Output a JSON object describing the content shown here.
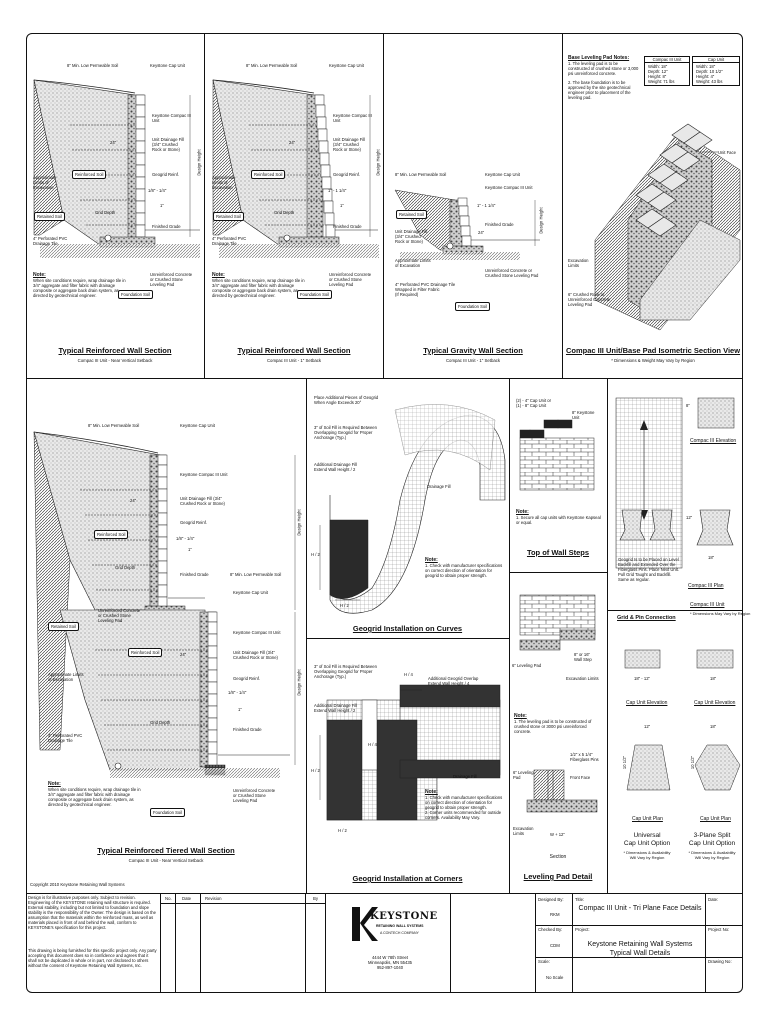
{
  "sheet": {
    "copyright": "Copyright 2010 Keystone Retaining Wall Systems",
    "disclaimer": "Design is for illustrative purposes only. Subject to revision. Engineering of the KEYSTONE retaining wall structure is required. External stability, including but not limited to foundation and slope stability is the responsibility of the Owner. The design is based on the assumption that the materials within the reinforced mass, as well as materials placed in front of and behind the wall, conform to KEYSTONE's specification for this project.",
    "disclaimer2": "This drawing is being furnished for this specific project only. Any party accepting this document does so in confidence and agrees that it shall not be duplicated in whole or in part, nor disclosed to others without the consent of Keystone Retaining Wall Systems, Inc."
  },
  "panels": {
    "p1": {
      "title": "Typical Reinforced Wall Section",
      "subtitle": "Compac III Unit - Near Vertical Setback",
      "labels": {
        "low_perm": "8\" Min. Low Permeable Soil",
        "cap": "Keystone Cap Unit",
        "compac": "Keystone Compac III\nUnit",
        "drainage": "Unit Drainage Fill\n(3/4\" Crushed\nRock or Stone)",
        "geogrid": "Geogrid Reinf.",
        "dim1": "1/8\" - 1/4\"",
        "dim2": "1\"",
        "finished": "Finished Grade",
        "grid_depth": "Grid Depth",
        "reinforced": "Reinforced Soil",
        "retained": "Retained Soil",
        "approx": "Approximate\nLimits of\nExcavation",
        "pvc": "4\" Perforated PVC\nDrainage Tile",
        "concrete": "Unreinforced Concrete\nor Crushed Stone\nLeveling Pad",
        "foundation": "Foundation Soil",
        "design_height": "Design Height",
        "dim24": "24\""
      },
      "note_title": "Note:",
      "note": "When site conditions require, wrap drainage tile in 3/4\" aggregate and filter fabric with drainage composite or aggregate back drain system, as directed by geotechnical engineer."
    },
    "p2": {
      "title": "Typical Reinforced Wall Section",
      "subtitle": "Compac III Unit - 1\" Setback",
      "labels": {
        "low_perm": "8\" Min. Low Permeable Soil",
        "cap": "Keystone Cap Unit",
        "compac": "Keystone Compac III\nUnit",
        "drainage": "Unit Drainage Fill\n(3/4\" Crushed\nRock or Stone)",
        "geogrid": "Geogrid Reinf.",
        "dim1": "1\" - 1 1/4\"",
        "dim2": "1\"",
        "finished": "Finished Grade",
        "grid_depth": "Grid Depth",
        "reinforced": "Reinforced Soil",
        "retained": "Retained Soil",
        "approx": "Approximate\nLimits of\nExcavation",
        "pvc": "4\" Perforated PVC\nDrainage Tile",
        "concrete": "Unreinforced Concrete\nor Crushed Stone\nLeveling Pad",
        "foundation": "Foundation Soil",
        "design_height": "Design Height",
        "dim24": "24\""
      },
      "note_title": "Note:",
      "note": "When site conditions require, wrap drainage tile in 3/4\" aggregate and filter fabric with drainage composite or aggregate back drain system, as directed by geotechnical engineer."
    },
    "p3": {
      "title": "Typical Gravity Wall Section",
      "subtitle": "Compac III Unit - 1\" Setback",
      "labels": {
        "low_perm": "8\" Min. Low Permeable Soil",
        "cap": "Keystone Cap Unit",
        "compac": "Keystone Compac III Unit",
        "dim1": "1\" - 1 1/4\"",
        "finished": "Finished Grade",
        "retained": "Retained Soil",
        "drainage": "Unit Drainage Fill\n(3/4\" Crushed\nRock or Stone)",
        "approx": "Approximate Limits\nof Excavation",
        "pvc": "4\" Perforated PVC Drainage Tile\nWrapped in Filter Fabric\n(If Required)",
        "concrete": "Unreinforced Concrete or\nCrushed Stone Leveling Pad",
        "foundation": "Foundation Soil",
        "design_height": "Design Height",
        "dim24": "24\""
      }
    },
    "p4": {
      "title": "Compac III Unit/Base Pad Isometric Section View",
      "subtitle": "* Dimensions & Weight May Vary by Region",
      "notes_title": "Base Leveling Pad Notes:",
      "notes": [
        "1. The leveling pad is to be constructed of crushed stone or 3,000 psi unreinforced concrete.",
        "2. The base foundation is to be approved by the site geotechnical engineer prior to placement of the leveling pad."
      ],
      "tables": [
        {
          "title": "Compac III Unit",
          "rows": [
            [
              "Width:",
              "18\""
            ],
            [
              "Depth:",
              "12\""
            ],
            [
              "Height:",
              "8\""
            ],
            [
              "Weight:",
              "71 lbs"
            ]
          ]
        },
        {
          "title": "Cap Unit",
          "rows": [
            [
              "Width:",
              "18\""
            ],
            [
              "Depth:",
              "10 1/2\""
            ],
            [
              "Height:",
              "4\""
            ],
            [
              "Weight:",
              "43 lbs"
            ]
          ]
        }
      ],
      "labels": {
        "unit_face": "Unit Face",
        "excavation": "Excavation\nLimits",
        "pad": "6\" Crushed Rock or\nUnreinforced Concrete\nLeveling Pad"
      }
    },
    "p5": {
      "title": "Typical Reinforced Tiered Wall Section",
      "subtitle": "Compac III Unit - Near Vertical Setback",
      "labels": {
        "low_perm": "8\" Min. Low Permeable Soil",
        "cap": "Keystone Cap Unit",
        "compac": "Keystone Compac III Unit",
        "drainage": "Unit Drainage Fill (3/4\"\nCrushed Rock or Stone)",
        "geogrid": "Geogrid Reinf.",
        "dim1": "1/8\" - 1/4\"",
        "dim2": "1\"",
        "finished": "Finished Grade",
        "low_perm2": "8\" Min. Low Permeable Soil",
        "cap2": "Keystone Cap Unit",
        "compac2": "Keystone Compac III Unit",
        "drainage2": "Unit Drainage Fill (3/4\"\nCrushed Rock or Stone)",
        "geogrid2": "Geogrid Reinf.",
        "dim3": "1/8\" - 1/4\"",
        "dim4": "1\"",
        "finished2": "Finished Grade",
        "grid_depth": "Grid Depth",
        "grid_depth2": "Grid Depth",
        "reinforced": "Reinforced Soil",
        "reinforced2": "Reinforced Soil",
        "retained": "Retained Soil",
        "concrete_top": "Unreinforced Concrete\nor Crushed Stone\nLeveling Pad",
        "approx": "Approximate Limits\nof Excavation",
        "pvc": "4\" Perforated PVC\nDrainage Tile",
        "concrete": "Unreinforced Concrete\nor Crushed Stone\nLeveling Pad",
        "foundation": "Foundation Soil",
        "design_height": "Design Height",
        "design_height2": "Design Height",
        "dim24": "24\"",
        "dim24b": "24\""
      },
      "note_title": "Note:",
      "note": "When site conditions require, wrap drainage tile in 3/4\" aggregate and filter fabric with drainage composite or aggregate back drain system, as directed by geotechnical engineer."
    },
    "p6": {
      "title": "Geogrid Installation on Curves",
      "labels": {
        "additional": "Place Additional Pieces of Geogrid\nWhen Angle Exceeds 20°",
        "overlap": "3\" of Soil Fill is Required Between\nOverlapping Geogrid for Proper\nAnchorage (Typ.)",
        "add_drain": "Additional Drainage Fill\nExtend Wall Height / 2",
        "drainage_fill": "Drainage Fill",
        "h2": "H / 2",
        "h2b": "H / 2"
      },
      "note_title": "Note:",
      "note": "1. Check with manufacturer specifications on correct direction of orientation for geogrid to obtain proper strength."
    },
    "p7": {
      "title": "Geogrid Installation at Corners",
      "labels": {
        "overlap": "3\" of Soil Fill is Required Between\nOverlapping Geogrid for Proper\nAnchorage (Typ.)",
        "add_drain": "Additional Drainage Fill\nExtend Wall Height / 2",
        "add_geo": "Additional Geogrid Overlap\nExtend Wall Height / 4",
        "drainage_fill": "Drainage Fill",
        "h4": "H / 4",
        "h4b": "H / 4",
        "h2": "H / 2",
        "h2b": "H / 2"
      },
      "note_title": "Note:",
      "notes": [
        "1. Check with manufacturer specifications on correct direction of orientation for geogrid to obtain proper strength.",
        "2. Corner units recommended for outside corners. Availability May Vary."
      ]
    },
    "p8": {
      "title": "Top of Wall Steps",
      "labels": {
        "cap_unit": "(2) - 4\" Cap Unit or\n(1) - 8\" Cap Unit",
        "keystone": "8\" Keystone\nUnit"
      },
      "note_title": "Note:",
      "note": "1. Secure all cap units with Keystone Kapseal or equal."
    },
    "p9": {
      "title": "Leveling Pad Detail",
      "labels": {
        "leveling_pad": "6\" Leveling Pad",
        "step": "8\" or 16\"\nWall Step",
        "excavation": "Excavation Limits",
        "lp2": "6\" Leveling\nPad",
        "pins": "1/2\" x 5 1/4\"\nFiberglass Pins",
        "front": "Front Face",
        "exc2": "Excavation\nLimits",
        "w12": "W + 12\"",
        "section": "Section"
      },
      "note_title": "Note:",
      "note": "1. The leveling pad is to be constructed of crushed stone or 3000 psi unreinforced concrete."
    },
    "p10": {
      "elevation": "Compac III Elevation",
      "plan": "Compac III Plan",
      "unit": "Compac III Unit",
      "unit_sub": "* Dimensions May Vary by Region",
      "pin_note": "Geogrid Is to be Placed on Level Backfill and Extended Over the Fiberglass Pins. Place Next Unit. Pull Grid Taught and Backfill. Same as regular.",
      "grid_pin": "Grid & Pin Connection",
      "dim8": "8\"",
      "dim12": "12\"",
      "dim18": "18\""
    },
    "p11": {
      "cap_elev": "Cap Unit Elevation",
      "cap_elev2": "Cap Unit Elevation",
      "cap_plan": "Cap Unit Plan",
      "cap_plan2": "Cap Unit Plan",
      "universal": "Universal\nCap Unit Option",
      "universal_sub": "* Dimensions & Availability\nWill Vary by Region",
      "split": "3-Plane Split\nCap Unit Option",
      "split_sub": "* Dimensions & Availability\nWill Vary by Region",
      "dim1": "18\" - 12\"",
      "dim2": "18\"",
      "dim3": "12\"",
      "dim4": "10 1/2\"",
      "dim5": "18\"",
      "dim6": "10 1/2\""
    }
  },
  "titleblock": {
    "rev_headers": [
      "No.",
      "Date",
      "Revision",
      "By"
    ],
    "logo": "KEYSTONE",
    "logo_sub": "RETAINING WALL SYSTEMS",
    "logo_co": "A CONTECH COMPANY",
    "address": "4444 W 78th Street\nMinneapolis, MN 55435\n952-897-1040",
    "designed_by_label": "Designed By:",
    "designed_by": "RKM",
    "checked_by_label": "Checked By:",
    "checked_by": "CDM",
    "scale_label": "Scale:",
    "scale": "No Scale",
    "title_label": "Title:",
    "title": "Compac III Unit - Tri Plane Face Details",
    "project_label": "Project:",
    "project": "Keystone Retaining Wall Systems\nTypical Wall Details",
    "date_label": "Date:",
    "project_no_label": "Project No:",
    "drawing_no_label": "Drawing No:"
  }
}
